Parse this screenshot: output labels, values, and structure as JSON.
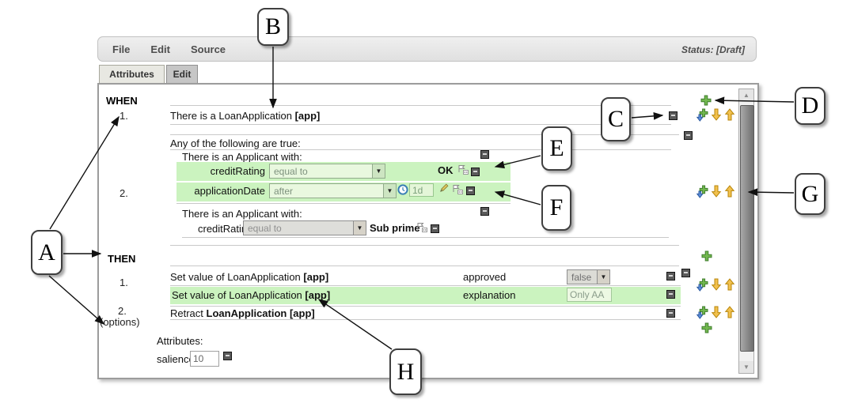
{
  "menu": {
    "file": "File",
    "edit": "Edit",
    "source": "Source",
    "status": "Status: [Draft]"
  },
  "tabs": {
    "attributes": "Attributes",
    "edit": "Edit"
  },
  "when": {
    "label": "WHEN",
    "num1": "1.",
    "num2": "2.",
    "fact1": "There is a LoanApplication",
    "fact1_var": "[app]",
    "any_of": "Any of the following are true:",
    "applicant1": "There is an Applicant with:",
    "applicant2": "There is an Applicant with:",
    "cond1": {
      "field": "creditRating",
      "op": "equal to",
      "value": "OK"
    },
    "cond2": {
      "field": "applicationDate",
      "op": "after",
      "value": "1d"
    },
    "cond3": {
      "field": "creditRating",
      "op": "equal to",
      "value": "Sub prime"
    }
  },
  "then": {
    "label": "THEN",
    "num1": "1.",
    "num2": "2.",
    "options": "(options)",
    "action1": {
      "text": "Set value of LoanApplication",
      "var": "[app]",
      "field": "approved",
      "value": "false"
    },
    "action2": {
      "text": "Set value of LoanApplication",
      "var": "[app]",
      "field": "explanation",
      "value": "Only AA"
    },
    "action3": {
      "text": "Retract",
      "target": "LoanApplication [app]"
    }
  },
  "attributes": {
    "label": "Attributes:",
    "salience": "salience",
    "salience_value": "10"
  },
  "callouts": {
    "A": "A",
    "B": "B",
    "C": "C",
    "D": "D",
    "E": "E",
    "F": "F",
    "G": "G",
    "H": "H"
  },
  "icons": {
    "dropdown_arrow": "▼",
    "scroll_up": "▲",
    "scroll_down": "▼"
  },
  "colors": {
    "highlight_green": "#cbf3bf",
    "plus_green": "#72b84f",
    "arrow_gold": "#f2c14e",
    "arrow_blue": "#5b8dd9",
    "panel_border": "#9c9c9c"
  }
}
